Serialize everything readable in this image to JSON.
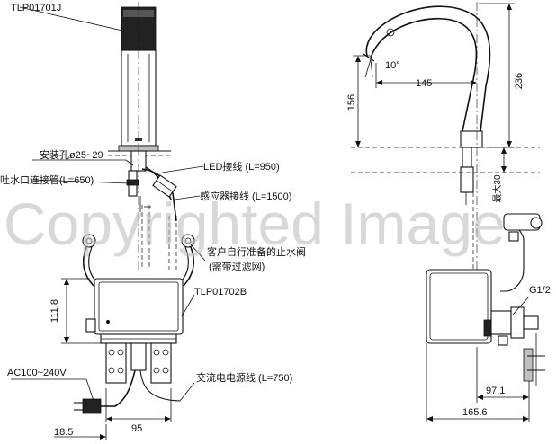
{
  "labels": {
    "faucet_model": "TLP01701J",
    "install_hole": "安装孔ø25~29",
    "led_wire": "LED接线 (L=950)",
    "outlet_pipe": "吐水口连接管(L=650)",
    "sensor_wire": "感应器接线 (L=1500)",
    "stop_valve_line1": "客户自行准备的止水阀",
    "stop_valve_line2": "(需带过滤网)",
    "controller_model": "TLP01702B",
    "voltage": "AC100~240V",
    "power_cable": "交流电电源线 (L=750)",
    "thread": "G1/2",
    "angle": "10°",
    "max_label": "最大30"
  },
  "dimensions": {
    "box_height": "111.8",
    "box_width": "95",
    "left_offset": "18.5",
    "spout_reach": "145",
    "spout_height": "156",
    "total_height": "236",
    "max_30": "30",
    "depth_971": "97.1",
    "depth_1656": "165.6"
  },
  "watermark": "Copyrighted Image"
}
